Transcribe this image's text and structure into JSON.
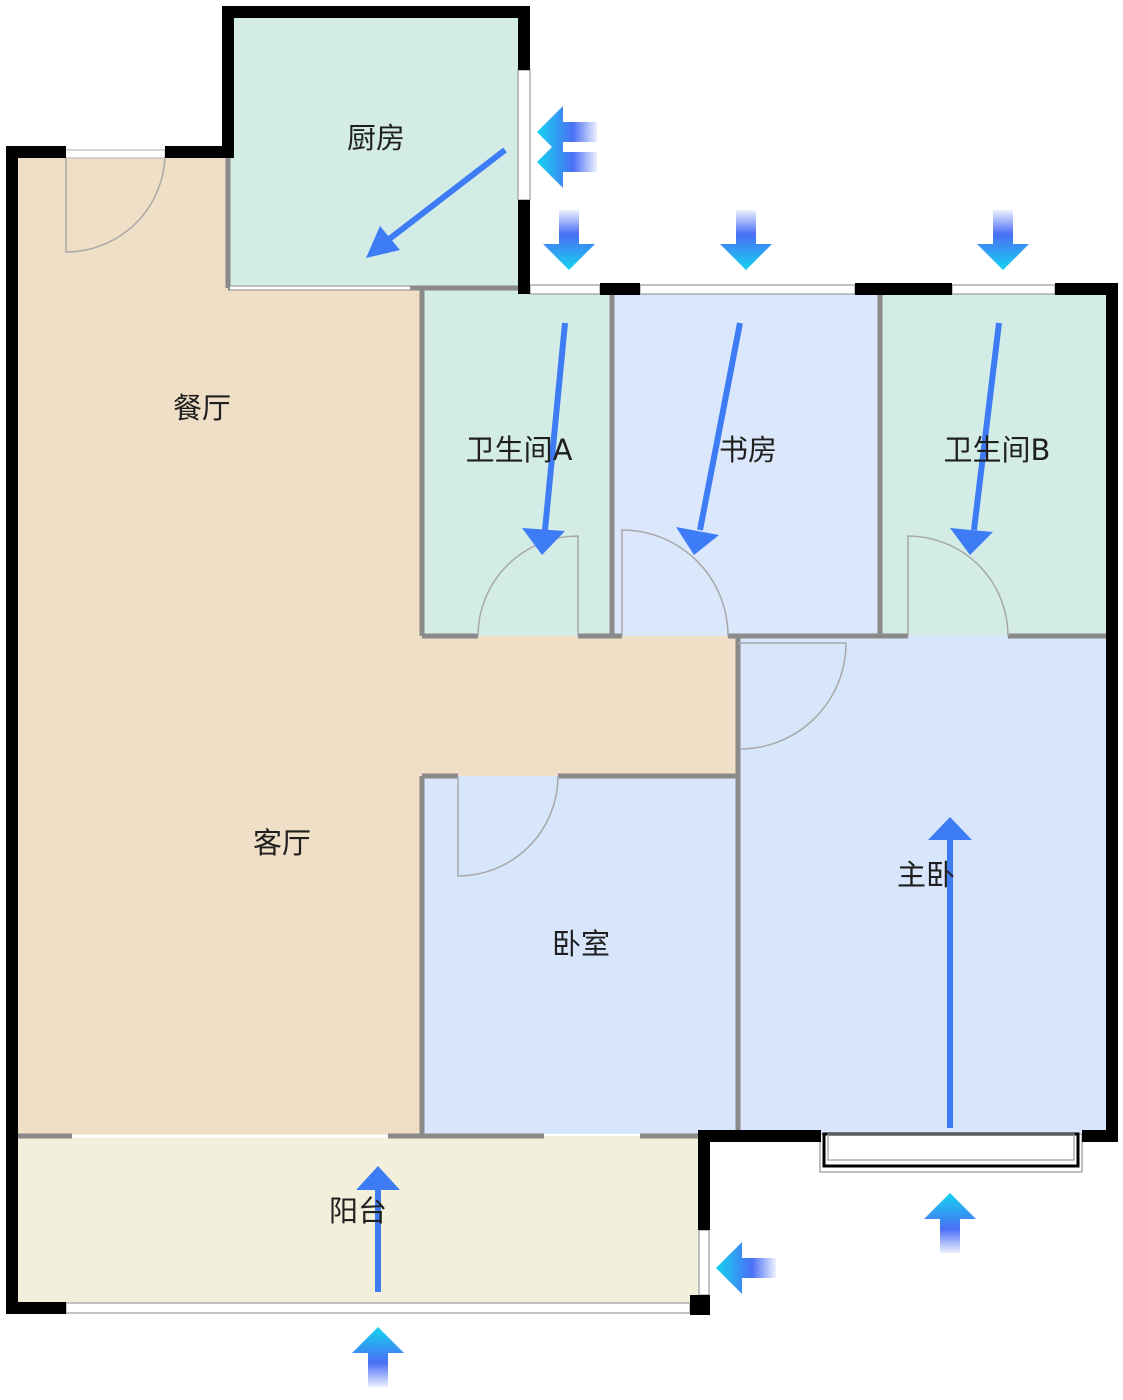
{
  "rooms": {
    "kitchen": "厨房",
    "dining": "餐厅",
    "living": "客厅",
    "bath_a": "卫生间A",
    "study": "书房",
    "bath_b": "卫生间B",
    "master_bedroom": "主卧",
    "bedroom": "卧室",
    "balcony": "阳台"
  },
  "colors": {
    "wet_room": "#d3ede6",
    "public_room": "#f0dfc7",
    "bedroom": "#d8e6fb",
    "balcony": "#f2f0db",
    "wall": "#000000",
    "flow_arrow": "#3d7cf5",
    "light_arrow_start": "#14d3f0",
    "light_arrow_end": "#4a6ff5"
  }
}
